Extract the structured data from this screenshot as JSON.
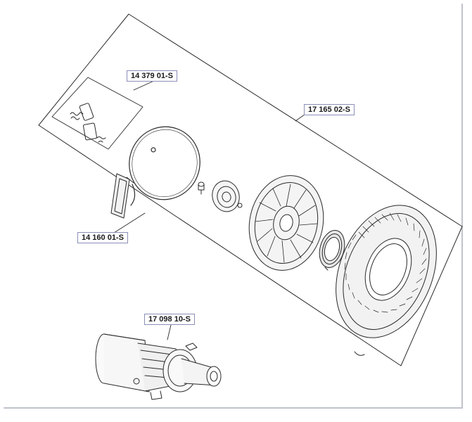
{
  "callouts": {
    "pawl_kit": "14 379 01-S",
    "starter_assembly": "17 165 02-S",
    "handle_rope": "14 160 01-S",
    "electric_starter": "17 098 10-S"
  },
  "icons": {
    "pawl_kit": "pawl-spring-kit-icon",
    "handle": "starter-handle-icon",
    "rope": "starter-rope-icon",
    "pulley_hub": "pulley-hub-icon",
    "pulley": "rope-pulley-icon",
    "spring": "recoil-spring-icon",
    "housing": "starter-housing-icon",
    "motor": "electric-starter-motor-icon"
  },
  "colors": {
    "line": "#2a2a2a",
    "callout_border": "#8a8fb8",
    "background": "#ffffff"
  }
}
